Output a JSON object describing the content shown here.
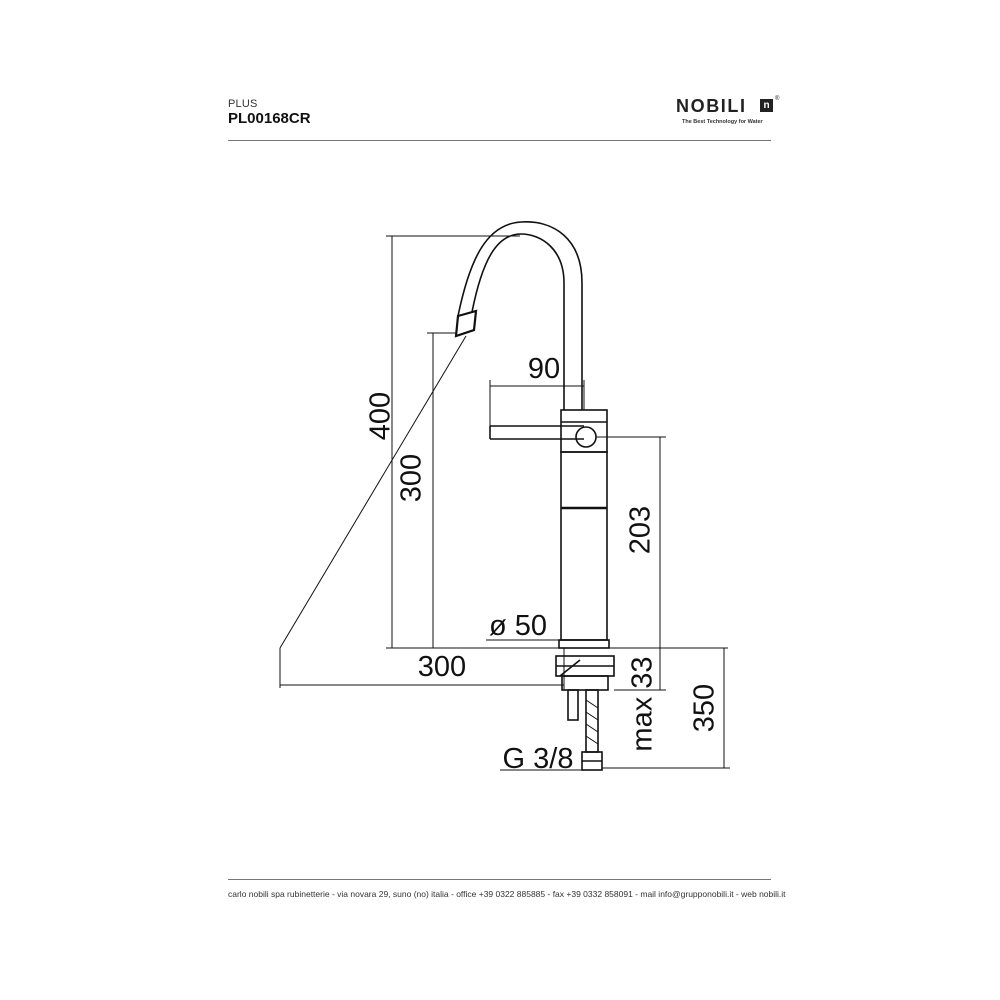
{
  "header": {
    "series": "PLUS",
    "product_code": "PL00168CR"
  },
  "logo": {
    "wordmark": "NOBILI",
    "mark": "n",
    "registered": "®",
    "tagline": "The Best Technology for Water"
  },
  "dimensions": {
    "total_height": "400",
    "spout_height": "300",
    "lever_length": "90",
    "body_height": "203",
    "body_diameter": "ø 50",
    "spout_reach": "300",
    "max_deck_thickness": "max 33",
    "hose_length": "350",
    "connection": "G 3/8"
  },
  "footer": {
    "text": "carlo nobili spa rubinetterie - via novara 29, suno (no) italia - office +39 0322 885885 - fax +39 0332 858091 - mail info@grupponobili.it - web nobili.it"
  }
}
